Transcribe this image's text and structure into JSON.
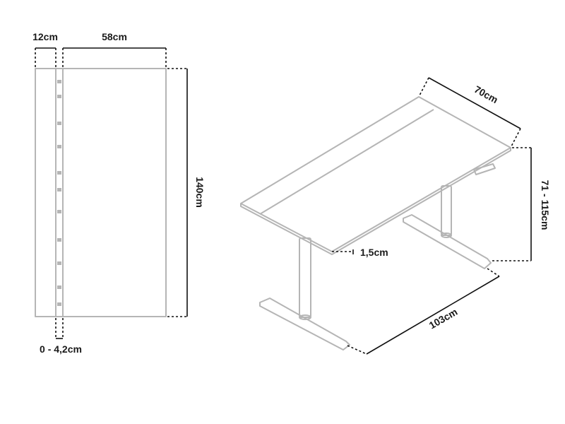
{
  "top_view": {
    "shelf_width": "12cm",
    "top_width": "58cm",
    "length": "140cm",
    "gap": "0 - 4,2cm"
  },
  "iso_view": {
    "depth": "70cm",
    "height_range": "71 - 115cm",
    "thickness": "1,5cm",
    "foot_span": "103cm"
  },
  "colors": {
    "outline": "#b5b5b5",
    "dimension_line": "#111111",
    "label": "#1a1a1a"
  }
}
